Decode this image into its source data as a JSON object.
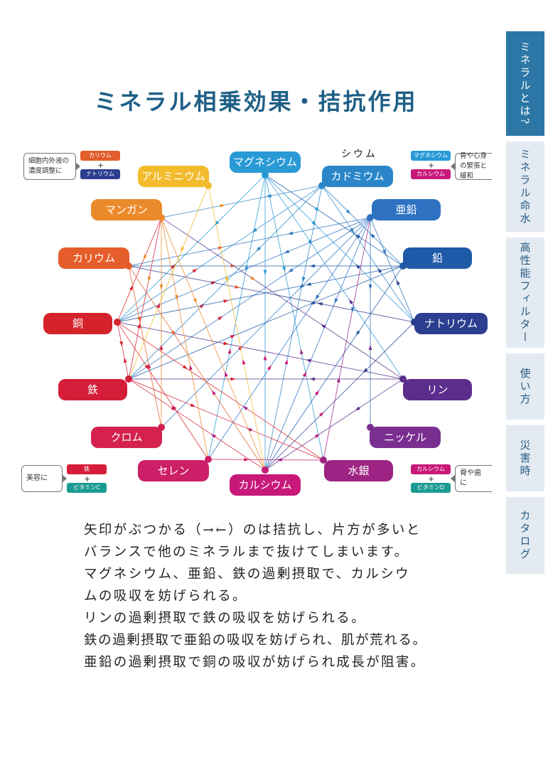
{
  "title": "ミネラル相乗効果・拮抗作用",
  "stray_text": "シウム",
  "minerals": [
    {
      "id": "magnesium",
      "label": "マグネシウム",
      "color": "#2a9ad6"
    },
    {
      "id": "cadmium",
      "label": "カドミウム",
      "color": "#2a86c8"
    },
    {
      "id": "zinc",
      "label": "亜鉛",
      "color": "#2f72c2"
    },
    {
      "id": "lead",
      "label": "鉛",
      "color": "#1e5aa8"
    },
    {
      "id": "sodium",
      "label": "ナトリウム",
      "color": "#2c3e8f"
    },
    {
      "id": "phosphorus",
      "label": "リン",
      "color": "#5b2d8c"
    },
    {
      "id": "nickel",
      "label": "ニッケル",
      "color": "#7a2e90"
    },
    {
      "id": "mercury",
      "label": "水銀",
      "color": "#9d2484"
    },
    {
      "id": "calcium",
      "label": "カルシウム",
      "color": "#c8197b"
    },
    {
      "id": "selenium",
      "label": "セレン",
      "color": "#cc1f67"
    },
    {
      "id": "chromium",
      "label": "クロム",
      "color": "#d4214e"
    },
    {
      "id": "iron",
      "label": "鉄",
      "color": "#d51d3a"
    },
    {
      "id": "copper",
      "label": "銅",
      "color": "#d5232b"
    },
    {
      "id": "potassium",
      "label": "カリウム",
      "color": "#e45d2a"
    },
    {
      "id": "manganese",
      "label": "マンガン",
      "color": "#eb8a2a"
    },
    {
      "id": "aluminium",
      "label": "アルミニウム",
      "color": "#f2bb2c"
    }
  ],
  "callouts": {
    "top_left": {
      "text": "細胞内外液の濃度調整に",
      "chip1": "カリウム",
      "chip2": "ナトリウム",
      "chip1_color": "#e45d2a",
      "chip2_color": "#2c3e8f"
    },
    "top_right": {
      "text": "骨や心身の緊張と緩和",
      "chip1": "マグネシウム",
      "chip2": "カルシウム",
      "chip1_color": "#2a9ad6",
      "chip2_color": "#c8197b"
    },
    "bottom_left": {
      "text": "美容に",
      "chip1": "鉄",
      "chip2": "ビタミンC",
      "chip1_color": "#d51d3a",
      "chip2_color": "#1b9b91"
    },
    "bottom_right": {
      "text": "骨や歯に",
      "chip1": "カルシウム",
      "chip2": "ビタミンD",
      "chip1_color": "#c8197b",
      "chip2_color": "#1b9b91"
    },
    "plus": "+"
  },
  "body_lines": [
    "矢印がぶつかる（→←）のは拮抗し、片方が多いと",
    "バランスで他のミネラルまで抜けてしまいます。",
    "マグネシウム、亜鉛、鉄の過剰摂取で、カルシウ",
    "ムの吸収を妨げられる。",
    "リンの過剰摂取で鉄の吸収を妨げられる。",
    "鉄の過剰摂取で亜鉛の吸収を妨げられ、肌が荒れる。",
    "亜鉛の過剰摂取で銅の吸収が妨げられ成長が阻害。"
  ],
  "sidebar": {
    "items": [
      {
        "label": "ミネラルとは?",
        "active": true
      },
      {
        "label": "ミネラル命水",
        "active": false
      },
      {
        "label": "高性能フィルター",
        "active": false
      },
      {
        "label": "使い方",
        "active": false
      },
      {
        "label": "災害時",
        "active": false
      },
      {
        "label": "カタログ",
        "active": false
      }
    ],
    "active_color": "#2c77a6",
    "inactive_color": "#e3eaf1"
  },
  "connections": [
    [
      "magnesium",
      "calcium"
    ],
    [
      "magnesium",
      "phosphorus"
    ],
    [
      "magnesium",
      "mercury"
    ],
    [
      "magnesium",
      "sodium"
    ],
    [
      "magnesium",
      "copper"
    ],
    [
      "magnesium",
      "selenium"
    ],
    [
      "cadmium",
      "manganese"
    ],
    [
      "cadmium",
      "iron"
    ],
    [
      "cadmium",
      "calcium"
    ],
    [
      "cadmium",
      "lead"
    ],
    [
      "cadmium",
      "sodium"
    ],
    [
      "cadmium",
      "copper"
    ],
    [
      "zinc",
      "copper"
    ],
    [
      "zinc",
      "calcium"
    ],
    [
      "zinc",
      "iron"
    ],
    [
      "zinc",
      "chromium"
    ],
    [
      "zinc",
      "selenium"
    ],
    [
      "zinc",
      "potassium"
    ],
    [
      "zinc",
      "nickel"
    ],
    [
      "zinc",
      "sodium"
    ],
    [
      "lead",
      "iron"
    ],
    [
      "lead",
      "calcium"
    ],
    [
      "lead",
      "copper"
    ],
    [
      "lead",
      "potassium"
    ],
    [
      "lead",
      "magnesium"
    ],
    [
      "sodium",
      "potassium"
    ],
    [
      "sodium",
      "calcium"
    ],
    [
      "phosphorus",
      "iron"
    ],
    [
      "phosphorus",
      "copper"
    ],
    [
      "phosphorus",
      "calcium"
    ],
    [
      "phosphorus",
      "manganese"
    ],
    [
      "iron",
      "calcium"
    ],
    [
      "iron",
      "mercury"
    ],
    [
      "iron",
      "copper"
    ],
    [
      "iron",
      "manganese"
    ],
    [
      "copper",
      "mercury"
    ],
    [
      "copper",
      "selenium"
    ],
    [
      "copper",
      "manganese"
    ],
    [
      "potassium",
      "calcium"
    ],
    [
      "potassium",
      "chromium"
    ],
    [
      "manganese",
      "chromium"
    ],
    [
      "manganese",
      "calcium"
    ],
    [
      "manganese",
      "selenium"
    ],
    [
      "aluminium",
      "calcium"
    ],
    [
      "aluminium",
      "iron"
    ],
    [
      "mercury",
      "zinc"
    ],
    [
      "selenium",
      "mercury"
    ]
  ]
}
